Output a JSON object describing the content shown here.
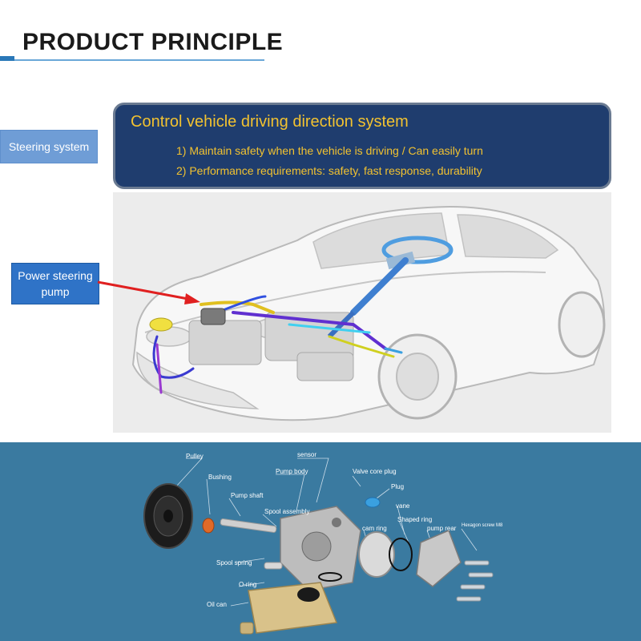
{
  "header": {
    "title": "PRODUCT PRINCIPLE"
  },
  "labels": {
    "steering_system": "Steering system",
    "power_steering_pump_line1": "Power steering",
    "power_steering_pump_line2": "pump"
  },
  "info_panel": {
    "title": "Control vehicle driving direction system",
    "lines": [
      "1) Maintain safety when the vehicle is driving / Can easily turn",
      "2) Performance requirements: safety, fast response, durability"
    ]
  },
  "exploded_view": {
    "parts": {
      "pulley": "Pulley",
      "bushing": "Bushing",
      "pump_shaft": "Pump shaft",
      "sensor": "sensor",
      "pump_body": "Pump body",
      "valve_core_plug": "Valve core plug",
      "plug": "Plug",
      "spool_assembly": "Spool assembly",
      "vane": "vane",
      "cam_ring": "cam ring",
      "shaped_ring": "Shaped ring",
      "pump_rear": "pump rear",
      "hexagon_screw": "Hexagon screw M8",
      "spool_spring": "Spool spring",
      "o_ring": "O-ring",
      "oil_can": "Oil can"
    }
  },
  "colors": {
    "panel_bg": "#1f3d6e",
    "panel_text": "#f2c230",
    "label_blue": "#2f73c7",
    "bottom_bg": "#3a7aa0",
    "arrow_red": "#e02020"
  }
}
